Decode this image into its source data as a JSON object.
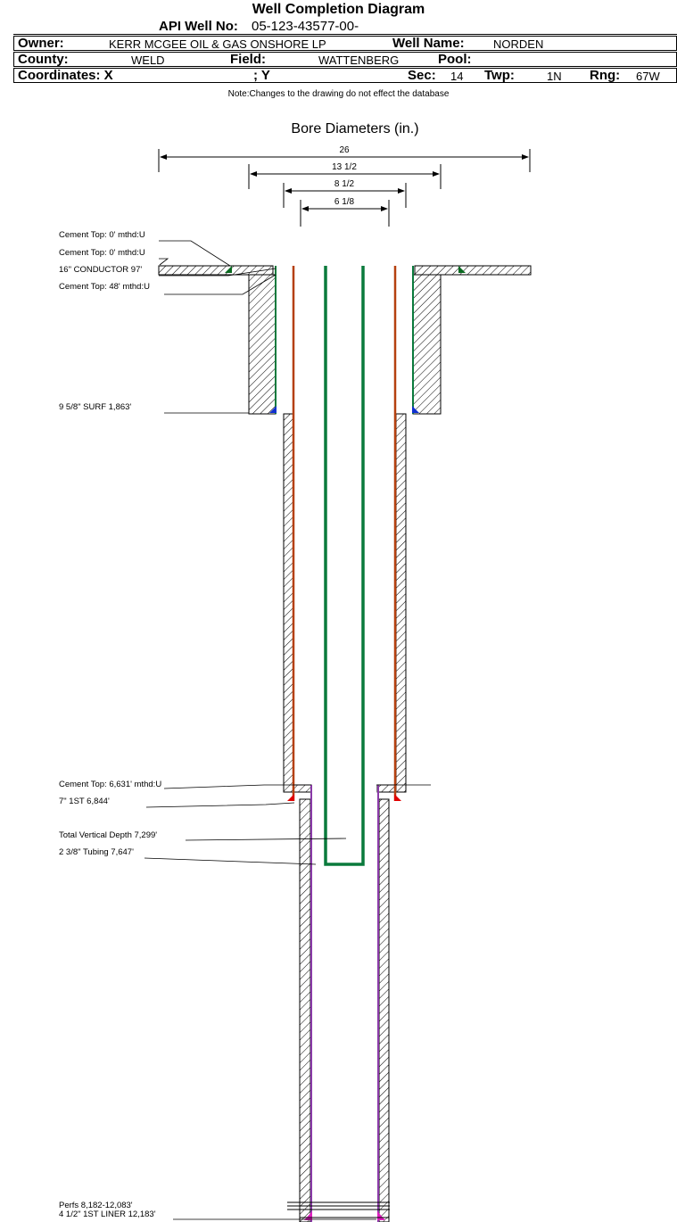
{
  "header": {
    "title": "Well Completion Diagram",
    "api_label": "API Well No:",
    "api_value": "05-123-43577-00-",
    "owner_label": "Owner:",
    "owner_value": "KERR MCGEE OIL & GAS ONSHORE LP",
    "well_name_label": "Well Name:",
    "well_name_value": "NORDEN",
    "county_label": "County:",
    "county_value": "WELD",
    "field_label": "Field:",
    "field_value": "WATTENBERG",
    "pool_label": "Pool:",
    "pool_value": "",
    "coords_label": "Coordinates: X",
    "y_label": "; Y",
    "sec_label": "Sec:",
    "sec_value": "14",
    "twp_label": "Twp:",
    "twp_value": "1N",
    "rng_label": "Rng:",
    "rng_value": "67W",
    "note": "Note:Changes to the drawing do not effect the database"
  },
  "bore": {
    "title": "Bore Diameters (in.)",
    "dimensions": [
      "26",
      "13 1/2",
      "8 1/2",
      "6 1/8"
    ]
  },
  "annotations": [
    "Cement Top: 0' mthd:U",
    "Cement Top: 0' mthd:U",
    "16\" CONDUCTOR  97'",
    "Cement Top: 48' mthd:U",
    "9 5/8\" SURF      1,863'",
    "Cement Top: 6,631' mthd:U",
    "7\" 1ST      6,844'",
    "Total Vertical Depth 7,299'",
    "2 3/8\" Tubing 7,647'",
    "Perfs  8,182-12,083'",
    "4 1/2\" 1ST LINER  12,183'"
  ],
  "colors": {
    "tubing": "#0a7a3c",
    "production_casing": "#b5400f",
    "liner": "#8a3aa8",
    "shoe_red": "#e00000",
    "shoe_blue": "#1030d0",
    "shoe_magenta": "#e020c0",
    "shoe_green": "#0a6a20"
  }
}
